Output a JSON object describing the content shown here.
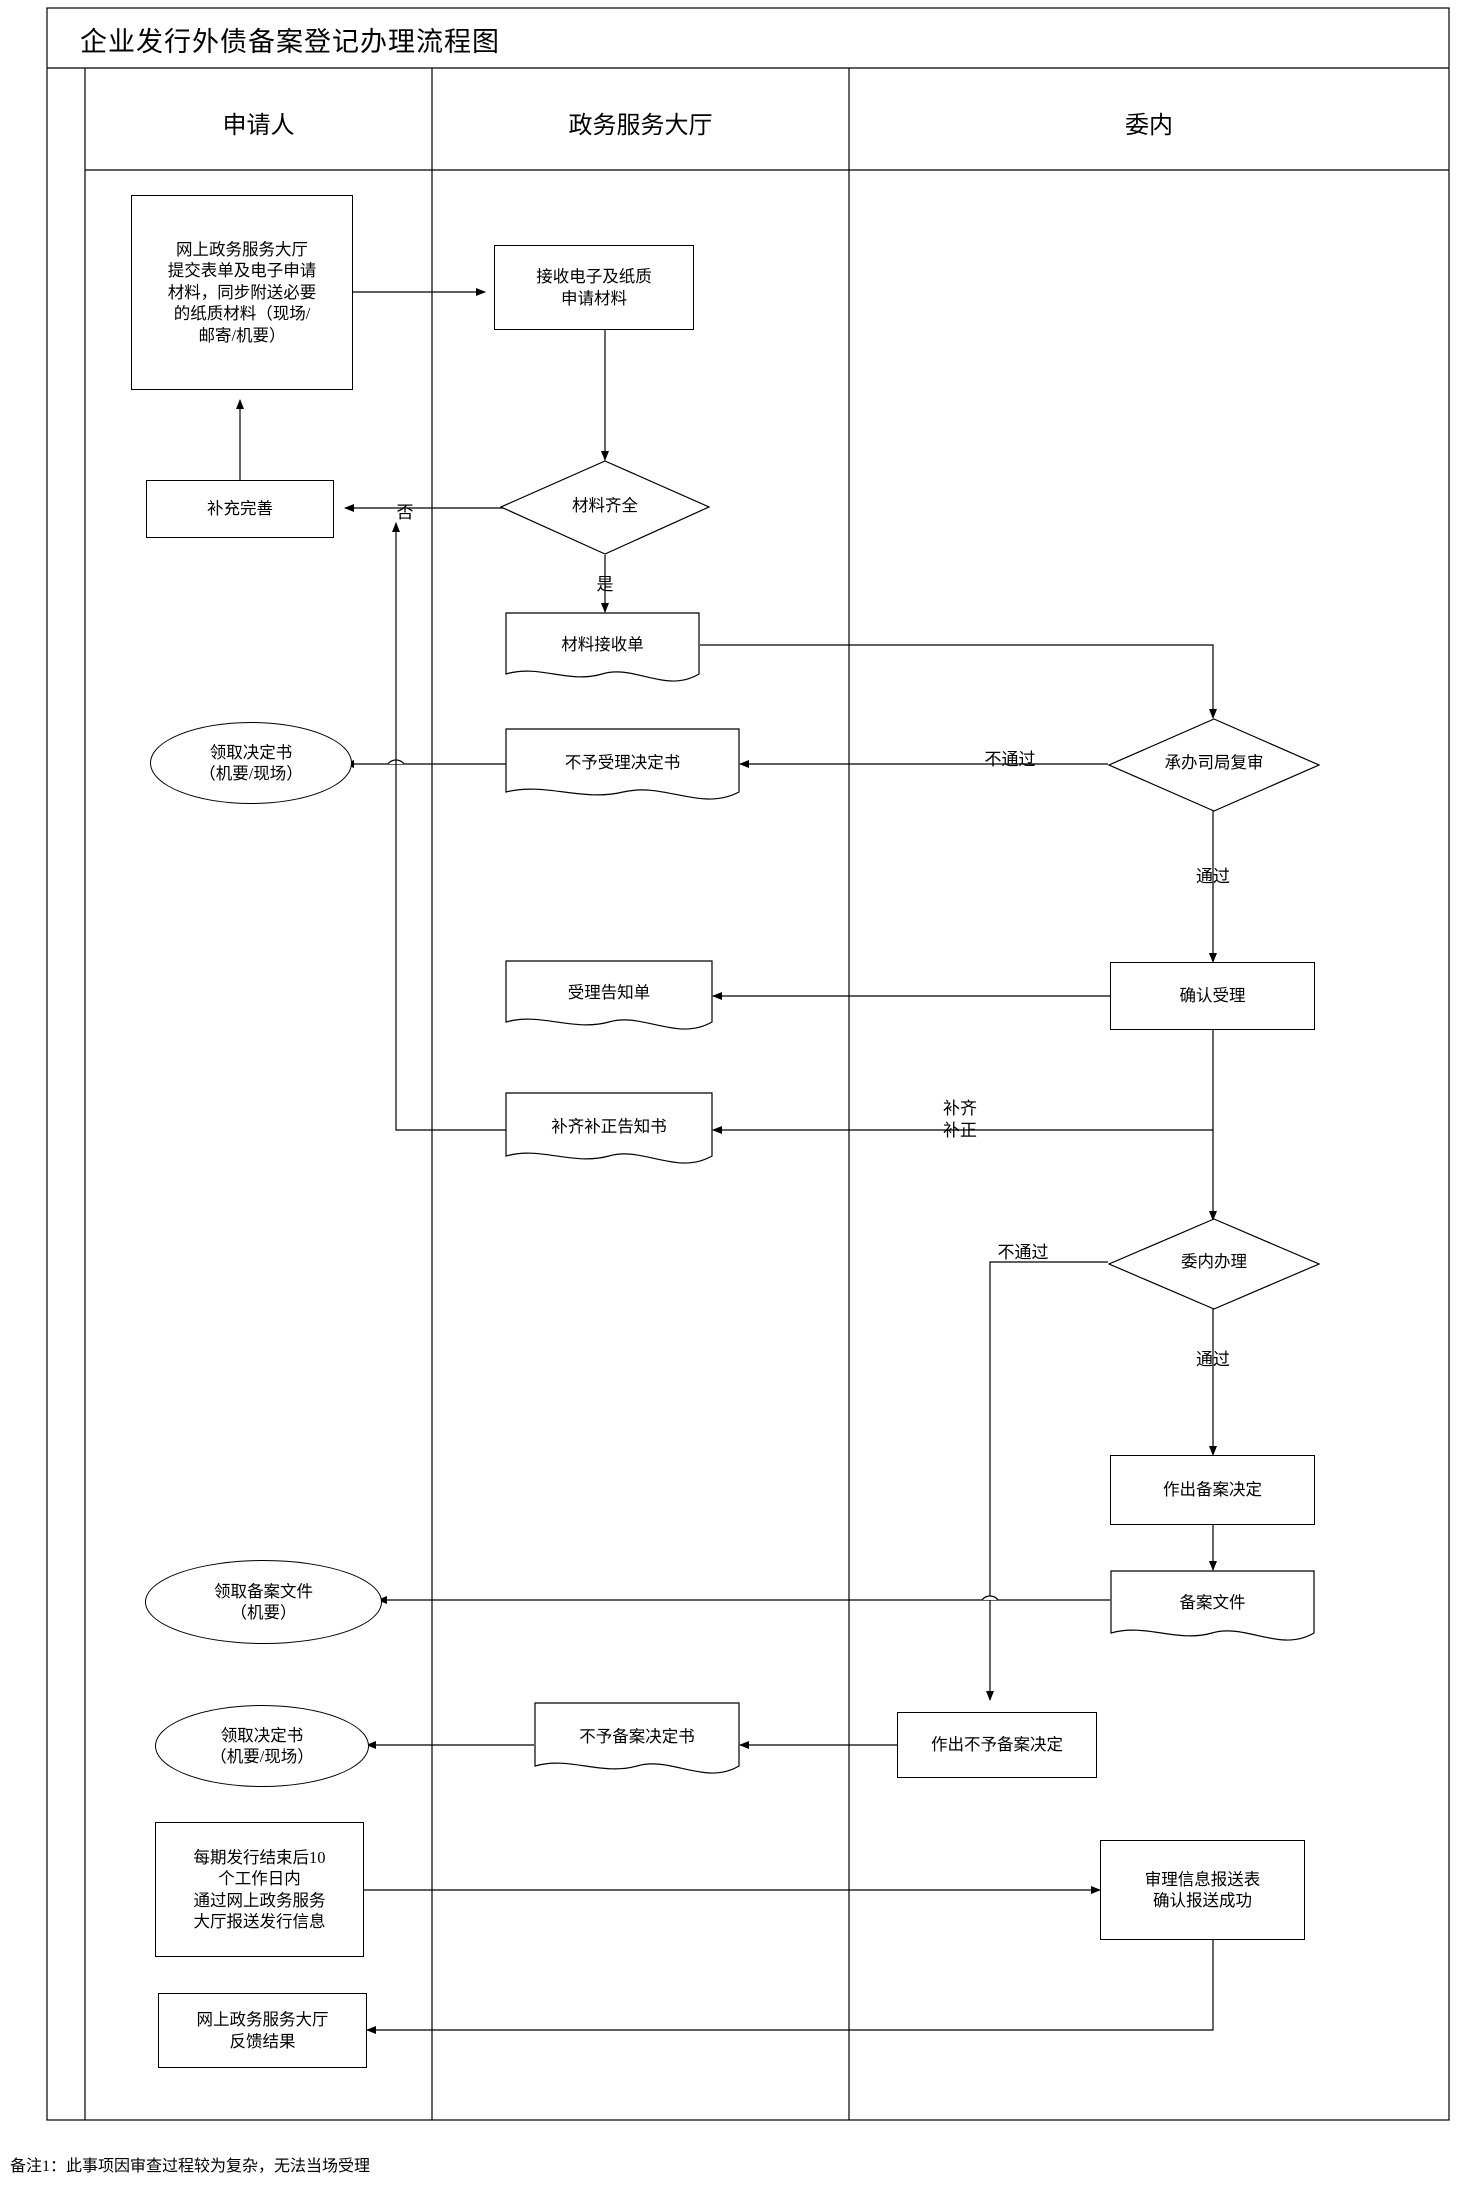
{
  "title": "企业发行外债备案登记办理流程图",
  "columns": [
    {
      "id": "applicant",
      "label": "申请人"
    },
    {
      "id": "service-hall",
      "label": "政务服务大厅"
    },
    {
      "id": "internal",
      "label": "委内"
    }
  ],
  "nodes": [
    {
      "id": "online-submit",
      "shape": "rect",
      "text": "网上政务服务大厅\n提交表单及电子申请\n材料，同步附送必要\n的纸质材料（现场/\n邮寄/机要）"
    },
    {
      "id": "receive-materials",
      "shape": "rect",
      "text": "接收电子及纸质\n申请材料"
    },
    {
      "id": "materials-complete",
      "shape": "diamond",
      "text": "材料齐全"
    },
    {
      "id": "supplement",
      "shape": "rect",
      "text": "补充完善"
    },
    {
      "id": "material-receipt",
      "shape": "doc",
      "text": "材料接收单"
    },
    {
      "id": "no-accept-decision",
      "shape": "doc",
      "text": "不予受理决定书"
    },
    {
      "id": "bureau-review",
      "shape": "diamond",
      "text": "承办司局复审"
    },
    {
      "id": "get-decision-1",
      "shape": "ellipse",
      "text": "领取决定书\n（机要/现场）"
    },
    {
      "id": "confirm-accept",
      "shape": "rect",
      "text": "确认受理"
    },
    {
      "id": "accept-notice",
      "shape": "doc",
      "text": "受理告知单"
    },
    {
      "id": "correction-notice",
      "shape": "doc",
      "text": "补齐补正告知书"
    },
    {
      "id": "internal-process",
      "shape": "diamond",
      "text": "委内办理"
    },
    {
      "id": "make-record-decision",
      "shape": "rect",
      "text": "作出备案决定"
    },
    {
      "id": "record-file",
      "shape": "doc",
      "text": "备案文件"
    },
    {
      "id": "get-record-file",
      "shape": "ellipse",
      "text": "领取备案文件\n（机要）"
    },
    {
      "id": "make-no-record-decision",
      "shape": "rect",
      "text": "作出不予备案决定"
    },
    {
      "id": "no-record-decision-doc",
      "shape": "doc",
      "text": "不予备案决定书"
    },
    {
      "id": "get-decision-2",
      "shape": "ellipse",
      "text": "领取决定书\n（机要/现场）"
    },
    {
      "id": "report-issuance",
      "shape": "rect",
      "text": "每期发行结束后10\n个工作日内\n通过网上政务服务\n大厅报送发行信息"
    },
    {
      "id": "report-confirm",
      "shape": "rect",
      "text": "审理信息报送表\n确认报送成功"
    },
    {
      "id": "feedback-result",
      "shape": "rect",
      "text": "网上政务服务大厅\n反馈结果"
    }
  ],
  "edge_labels": [
    {
      "id": "label-no-1",
      "text": "否"
    },
    {
      "id": "label-yes-1",
      "text": "是"
    },
    {
      "id": "label-fail-1",
      "text": "不通过"
    },
    {
      "id": "label-pass-1",
      "text": "通过"
    },
    {
      "id": "label-correction",
      "text": "补齐\n补正"
    },
    {
      "id": "label-fail-2",
      "text": "不通过"
    },
    {
      "id": "label-pass-2",
      "text": "通过"
    }
  ],
  "footnote": "备注1：此事项因审查过程较为复杂，无法当场受理"
}
